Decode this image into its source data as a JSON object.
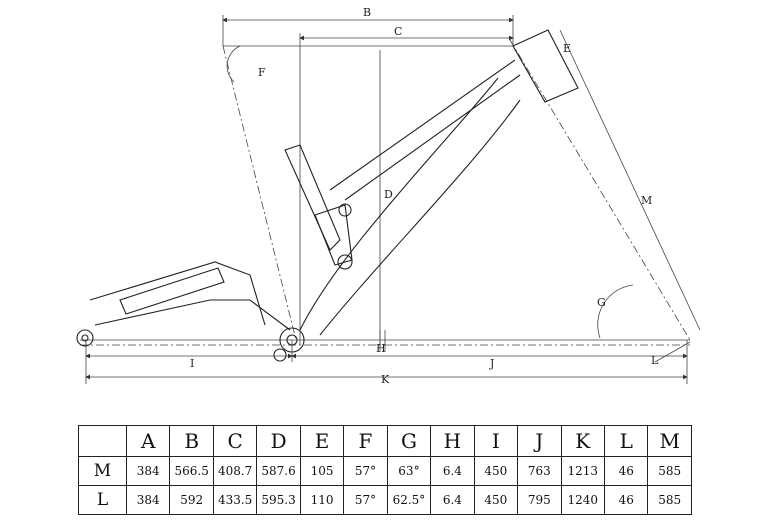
{
  "dimension_labels": {
    "B": "B",
    "C": "C",
    "D": "D",
    "E": "E",
    "F": "F",
    "G": "G",
    "H": "H",
    "I": "I",
    "J": "J",
    "K": "K",
    "L": "L",
    "M": "M"
  },
  "geometry_table": {
    "columns": [
      "",
      "A",
      "B",
      "C",
      "D",
      "E",
      "F",
      "G",
      "H",
      "I",
      "J",
      "K",
      "L",
      "M"
    ],
    "rows": [
      {
        "size": "M",
        "values": [
          "384",
          "566.5",
          "408.7",
          "587.6",
          "105",
          "57°",
          "63°",
          "6.4",
          "450",
          "763",
          "1213",
          "46",
          "585"
        ]
      },
      {
        "size": "L",
        "values": [
          "384",
          "592",
          "433.5",
          "595.3",
          "110",
          "57°",
          "62.5°",
          "6.4",
          "450",
          "795",
          "1240",
          "46",
          "585"
        ]
      }
    ]
  }
}
